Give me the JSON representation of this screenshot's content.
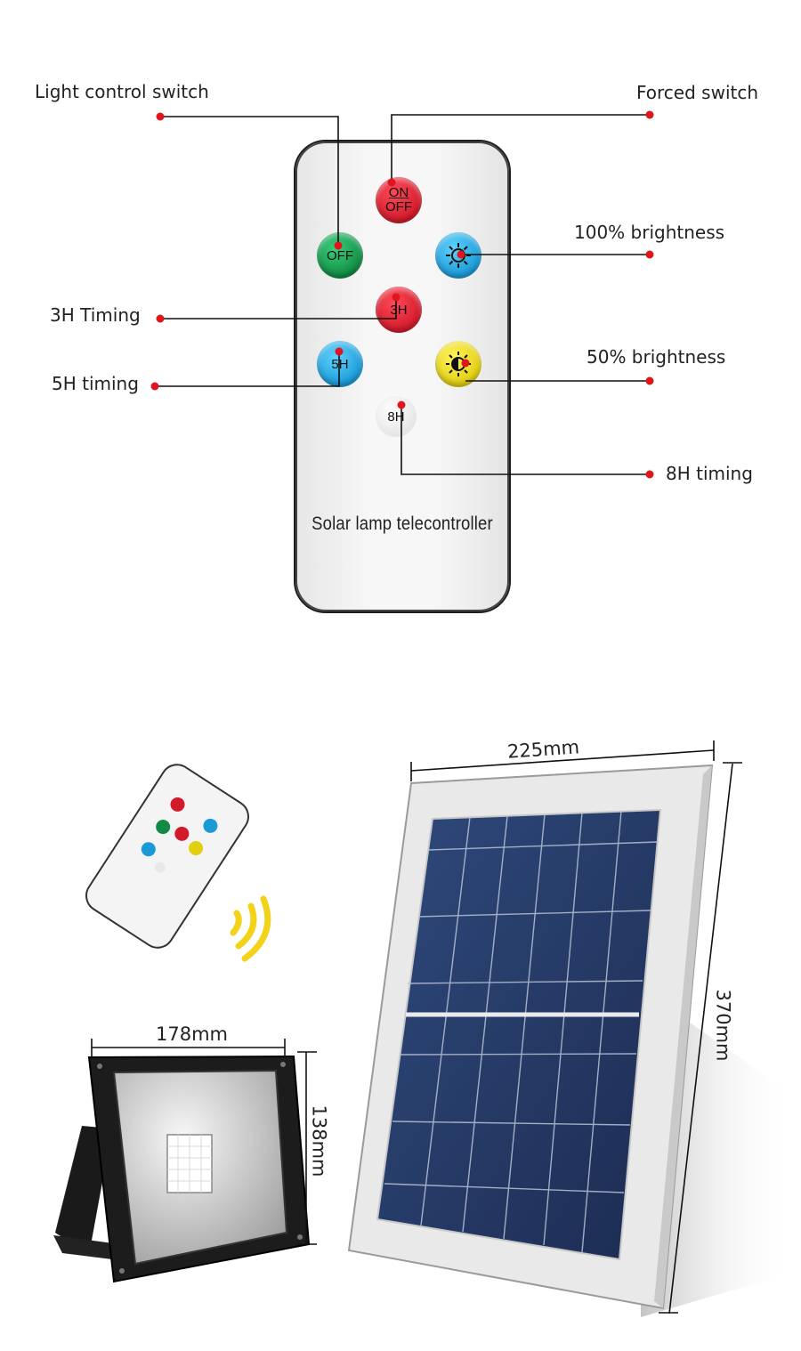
{
  "callouts": {
    "light_control_switch": "Light control switch",
    "forced_switch": "Forced switch",
    "brightness_100": "100% brightness",
    "timing_3h": "3H Timing",
    "brightness_50": "50% brightness",
    "timing_5h": "5H timing",
    "timing_8h": "8H timing"
  },
  "remote": {
    "caption": "Solar lamp telecontroller",
    "buttons": {
      "on_off_top": "ON",
      "on_off_bottom": "OFF",
      "off": "OFF",
      "timer_3h": "3H",
      "timer_5h": "5H",
      "timer_8h": "8H"
    }
  },
  "dimensions": {
    "panel_width": "225mm",
    "panel_height": "370mm",
    "lamp_width": "178mm",
    "lamp_height": "138mm"
  },
  "colors": {
    "callout_dot": "#e0161f",
    "red_button": "#d21a2a",
    "green_button": "#118a45",
    "blue_button": "#1a9ad6",
    "yellow_button": "#e2cf11"
  }
}
